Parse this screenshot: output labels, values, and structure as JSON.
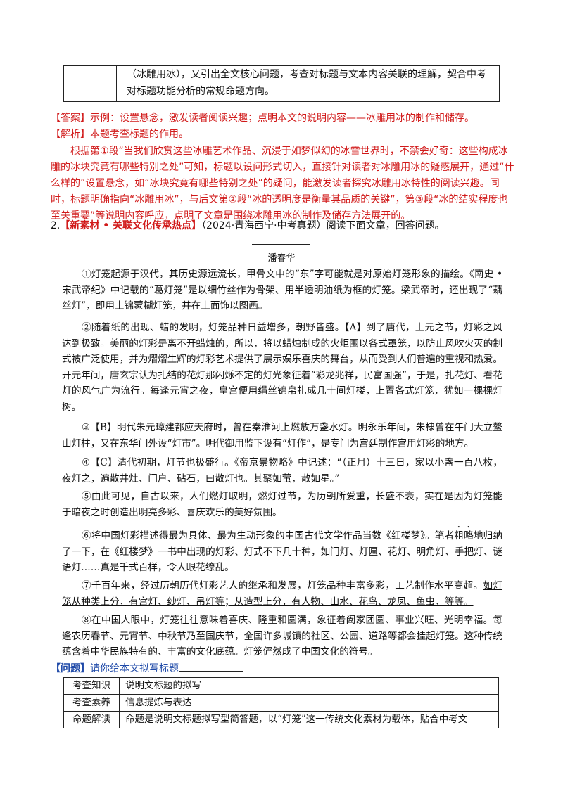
{
  "top_table": {
    "line1": "（冰雕用冰），又引出全文核心问题，考查对标题与文本内容关联的理解，契合中考",
    "line2": "对标题功能分析的常规命题方向。"
  },
  "answer": {
    "label": "【答案】",
    "text": "示例：设置悬念，激发读者阅读兴趣；点明本文的说明内容——冰雕用冰的制作和储存。"
  },
  "analysis": {
    "label": "【解析】",
    "text": "本题考查标题的作用。",
    "body": "根据第①段“当我们欣赏这些冰雕艺术作品、沉浸于如梦似幻的冰雪世界时，不禁会好奇：这些构成冰雕的冰块究竟有哪些特别之处”可知，标题以设问形式切入，直接针对读者对冰雕用冰的疑惑展开，通过“什么样的”设置悬念，如“冰块究竟有哪些特别之处”的疑问，能激发读者探究冰雕用冰特性的阅读兴趣。同时，标题明确指向“冰雕用冰”，与后文第②段“冰的透明度是衡量其品质的关键”，第③段“冰的结实程度也至关重要”等说明内容呼应，点明了文章是围绕冰雕用冰的制作及储存方法展开的。"
  },
  "question2": {
    "number": "2.",
    "tag": "【新素材 • 关联文化传承热点】",
    "source": "（2024·青海西宁·中考真题）",
    "instruction": "阅读下面文章，回答问题。"
  },
  "article": {
    "author": "潘春华",
    "p1": "①灯笼起源于汉代，其历史源远流长，甲骨文中的“东”字可能就是对原始灯笼形象的描绘。《南史 • 宋武帝纪》中记载的“葛灯笼”是以细竹丝作为骨架、用半透明油纸为框的灯笼。梁武帝时，还出现了“藕丝灯”，即用土锦蒙糊灯笼，并在上面饰以图画。",
    "p2": "②随着纸的出现、蜡的发明，灯笼品种日益增多，朝野皆盛。【A】到了唐代，上元之节，灯彩之风达到极致。美丽的灯彩是离不开蜡烛的，所以，将以蜡烛制成的火炬围以各式罩笼，以防止风吹火灭的制式被广泛使用，并为熠熠生辉的灯彩艺术提供了展示娱乐喜庆的舞台，从而受到人们普遍的重视和热爱。开元年间，唐玄宗认为扎结的花灯那闪烁不定的灯光象征着“彩龙兆祥，民富国强”，于是，扎花灯、看花灯的风气广为流行。每逢元宵之夜，皇宫便用绢丝锦帛扎成几十间灯楼，上置各式灯笼，犹如一棵棵灯树。",
    "p3": "③【B】明代朱元璋建都应天府时，曾在秦淮河上燃放万盏水灯。明永乐年间，朱棣曾在午门大立鳌山灯柱，又在东华门外设“灯市”。明代御用监下设有“灯作”，是专门为宫廷制作宫用灯彩的地方。",
    "p4": "④【C】清代初期，灯节也极盛行。《帝京景物略》中记述：“（正月）十三日，家以小盏一百八枚，夜灯之，遍散井灶、门户、砧石，曰散灯也。其聚如萤，散如星。”",
    "p5": "⑤由此可见，自古以来，人们燃灯取明，燃灯过节，为历朝所爱重，长盛不衰，实在是因为灯笼能于暗夜之时创造出明亮多彩、喜庆欢乐的美好氛围。",
    "p6_a": "⑥将中国灯彩描述得最为具体、最为生动形象的中国古代文学作品当数《红楼梦》。笔者",
    "p6_dots": "粗略",
    "p6_b": "地归纳了一下，在《红楼梦》一书中出现的灯彩、灯式不下几十种，如门灯、灯匾、花灯、明角灯、手把灯、谜语灯……真是千式百样，令人眼花缭乱。",
    "p7_a": "⑦千百年来，经过历朝历代灯彩艺人的继承和发展，灯笼品种丰富多彩，工艺制作水平高超。",
    "p7_u": "如灯笼从种类上分，有宫灯、纱灯、吊灯等；从造型上分，有人物、山水、花鸟、龙凤、鱼虫，等等。",
    "p8": "⑧在中国人眼中，灯笼往往意味着喜庆、隆重和圆满，象征着阖家团圆、事业兴旺、光明幸福。每逢农历春节、元宵节、中秋节乃至国庆节，全国许多城镇的社区、公园、道路等都会挂起灯笼。这种传统蕴含着中华民族特有的、丰富的文化底蕴。灯笼俨然成了中国文化的符号。"
  },
  "question": {
    "label": "【问题】",
    "text": "请你给本文拟写标题"
  },
  "bottom_table": {
    "rows": [
      {
        "k": "考查知识",
        "v": "说明文标题的拟写"
      },
      {
        "k": "考查素养",
        "v": "信息提炼与表达"
      },
      {
        "k": "命题解读",
        "v": "命题是说明文标题拟写型简答题，以“灯笼”这一传统文化素材为载体，贴合中考文"
      }
    ]
  },
  "colors": {
    "red": "#d11a1a",
    "blue": "#1f4aa8"
  }
}
